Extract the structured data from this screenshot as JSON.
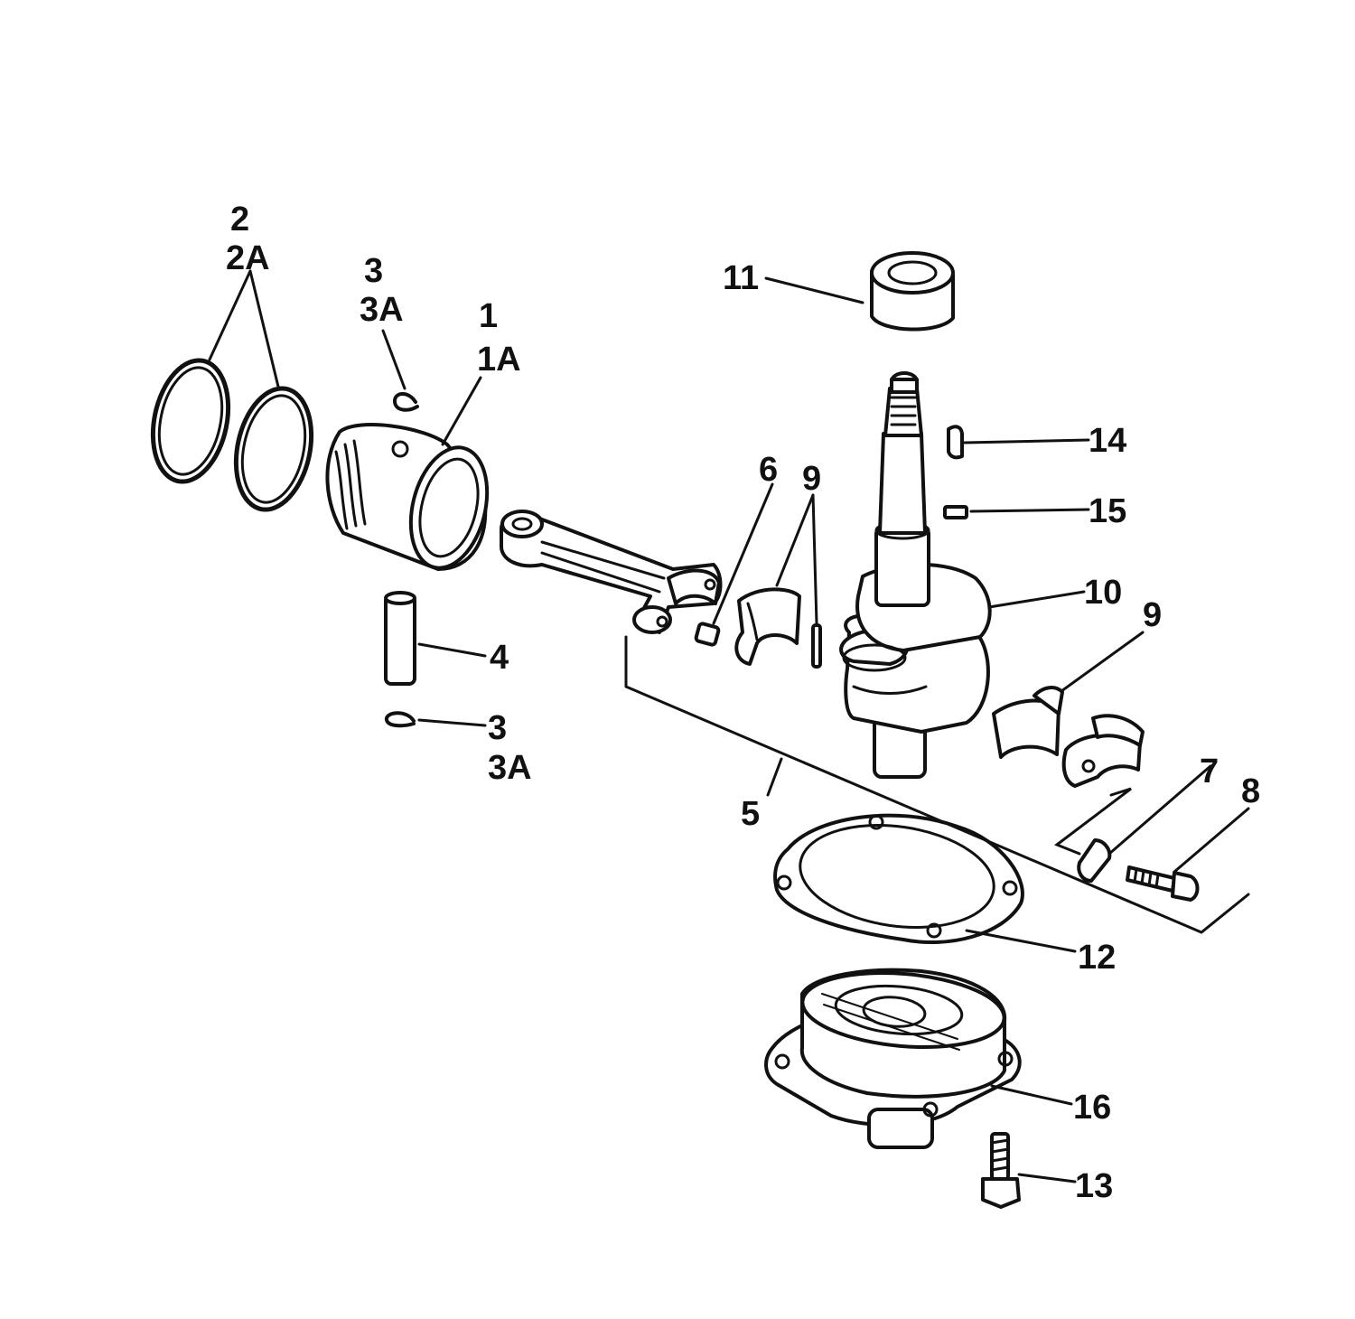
{
  "labels": {
    "l2": "2",
    "l2A": "2A",
    "l3top": "3",
    "l3Atop": "3A",
    "l1": "1",
    "l1A": "1A",
    "l11": "11",
    "l14": "14",
    "l15": "15",
    "l6": "6",
    "l9a": "9",
    "l10": "10",
    "l9b": "9",
    "l4": "4",
    "l3bot": "3",
    "l3Abot": "3A",
    "l7": "7",
    "l8": "8",
    "l5": "5",
    "l12": "12",
    "l16": "16",
    "l13": "13"
  }
}
